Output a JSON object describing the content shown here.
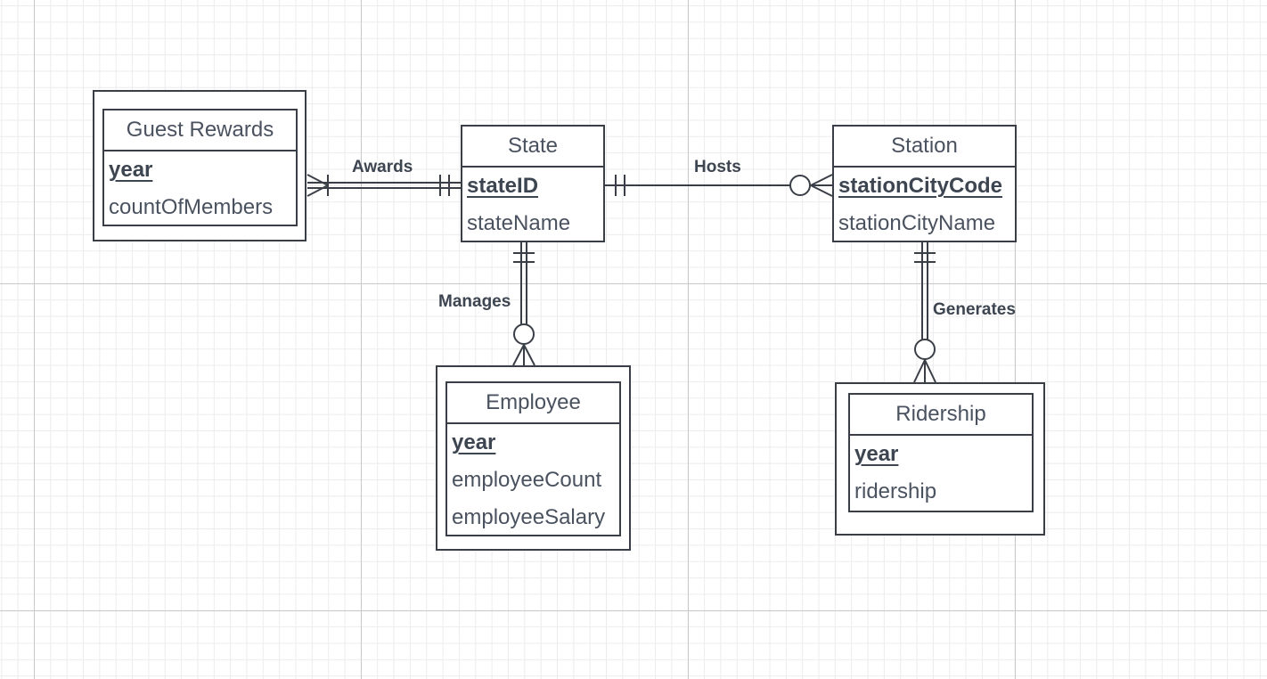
{
  "entities": {
    "guest_rewards": {
      "title": "Guest Rewards",
      "pk": "year",
      "attrs": [
        "countOfMembers"
      ]
    },
    "state": {
      "title": "State",
      "pk": "stateID",
      "attrs": [
        "stateName"
      ]
    },
    "station": {
      "title": "Station",
      "pk": "stationCityCode",
      "attrs": [
        "stationCityName"
      ]
    },
    "employee": {
      "title": "Employee",
      "pk": "year",
      "attrs": [
        "employeeCount",
        "employeeSalary"
      ]
    },
    "ridership": {
      "title": "Ridership",
      "pk": "year",
      "attrs": [
        "ridership"
      ]
    }
  },
  "relationships": {
    "awards": "Awards",
    "hosts": "Hosts",
    "manages": "Manages",
    "generates": "Generates"
  },
  "colors": {
    "line": "#3a3f47",
    "text": "#4a5260"
  }
}
